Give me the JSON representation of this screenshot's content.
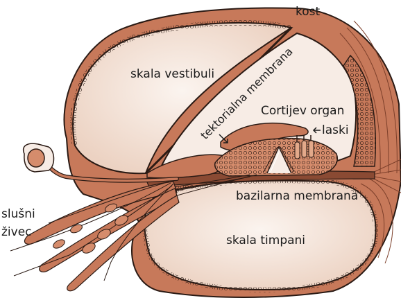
{
  "diagram": {
    "labels": {
      "bone": "kost",
      "scala_vestibuli": "skala vestibuli",
      "tectorial_membrane": "tektorialna membrana",
      "organ_of_corti": "Cortijev organ",
      "hairs": "laski",
      "basilar_membrane": "bazilarna membrana",
      "scala_tympani": "skala timpani",
      "auditory_nerve_line1": "slušni",
      "auditory_nerve_line2": "živec"
    },
    "colors": {
      "tissue": "#c7795a",
      "tissue_dark": "#8a4a33",
      "tissue_light": "#e3a98a",
      "cavity": "#f7ece5",
      "outline": "#2a1a14",
      "text": "#1b1b1b"
    }
  }
}
